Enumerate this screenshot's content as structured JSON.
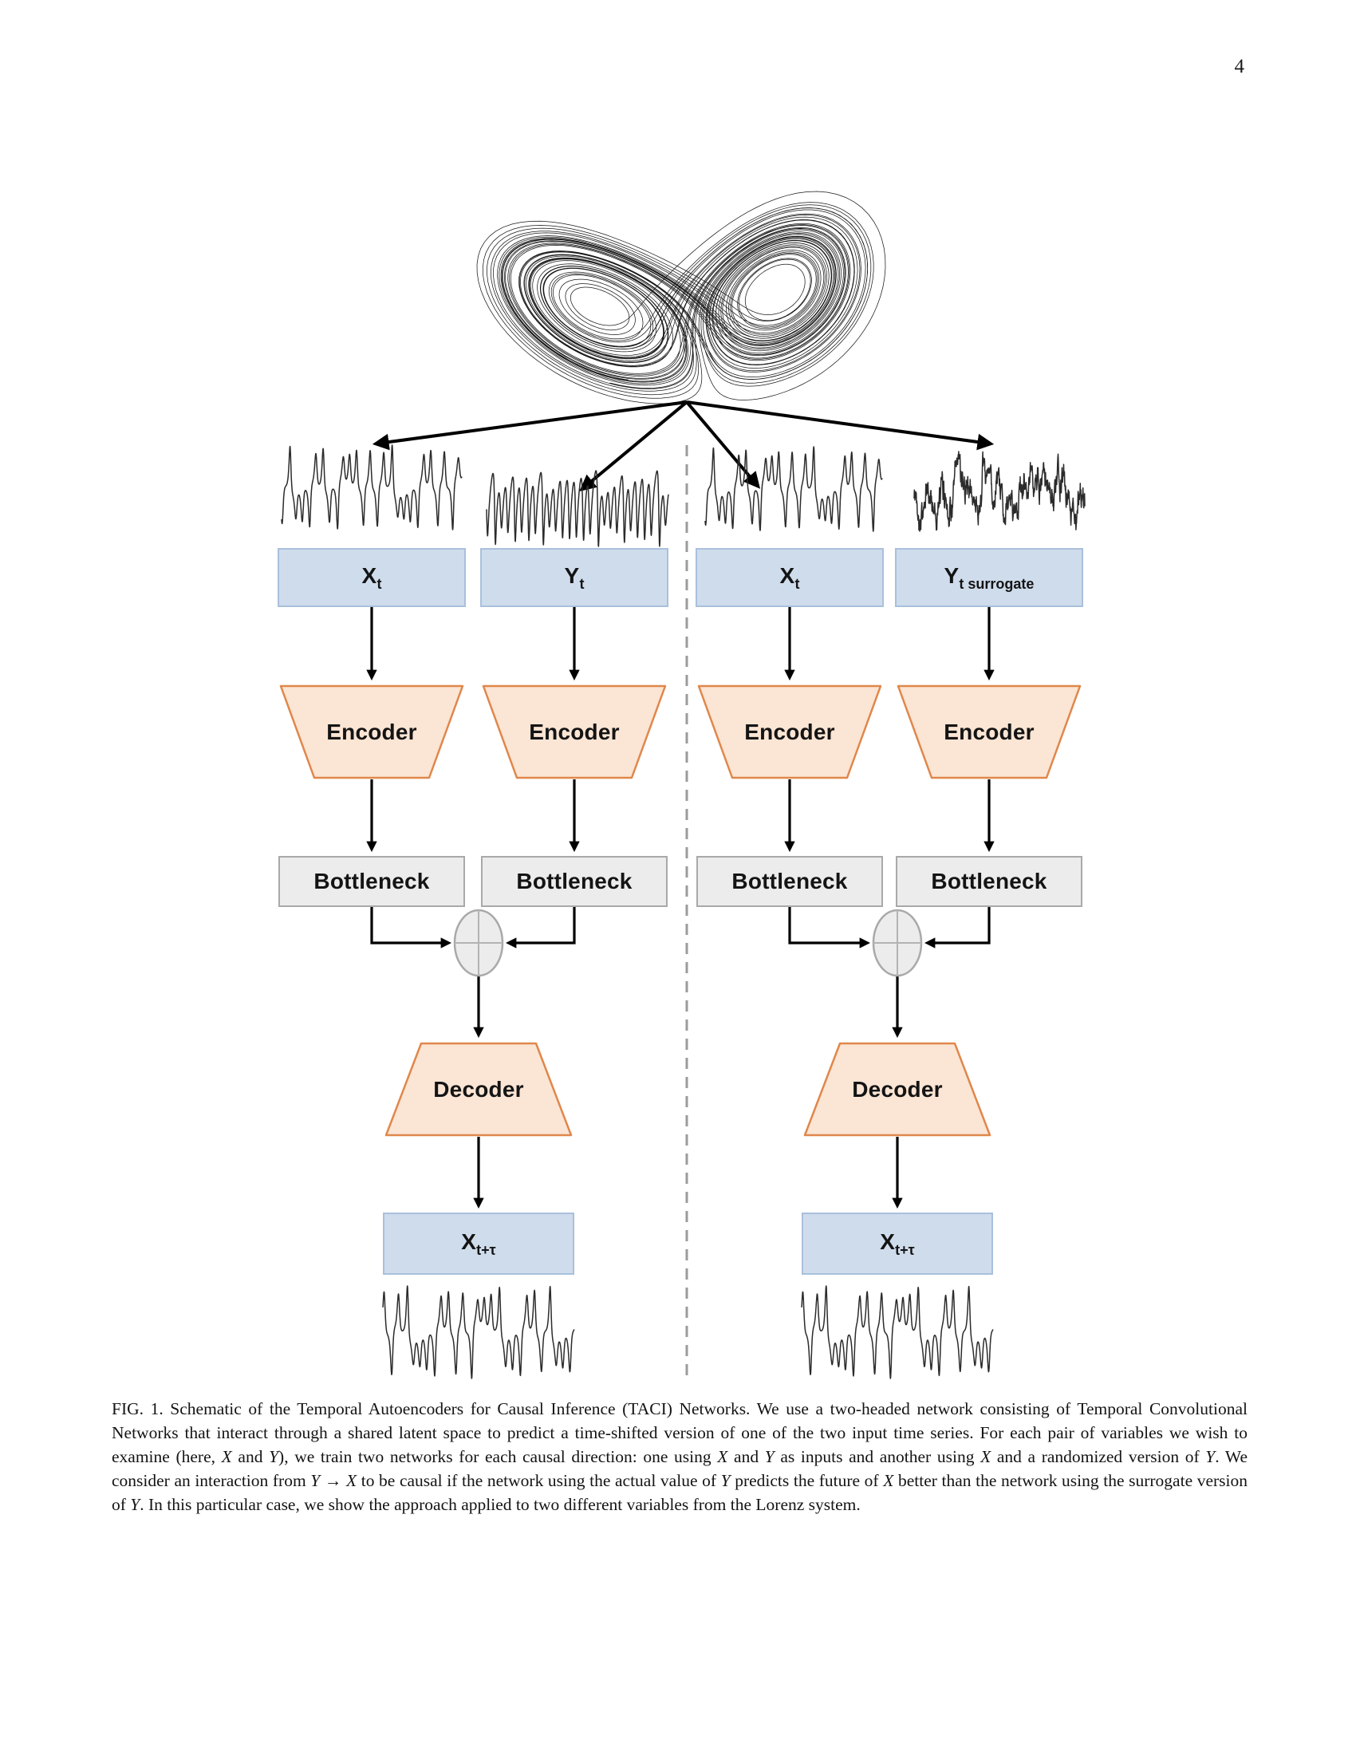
{
  "page": {
    "number": "4"
  },
  "figure": {
    "attractor": "lorenz-attractor",
    "icons": {
      "merge": "circle-plus-merge"
    },
    "columns": [
      {
        "input_base": "X",
        "input_sub": "t",
        "encoder": "Encoder",
        "bottleneck": "Bottleneck"
      },
      {
        "input_base": "Y",
        "input_sub": "t",
        "encoder": "Encoder",
        "bottleneck": "Bottleneck"
      },
      {
        "input_base": "X",
        "input_sub": "t",
        "encoder": "Encoder",
        "bottleneck": "Bottleneck"
      },
      {
        "input_base": "Y",
        "input_sub": "t surrogate",
        "encoder": "Encoder",
        "bottleneck": "Bottleneck"
      }
    ],
    "heads": [
      {
        "decoder": "Decoder",
        "output_base": "X",
        "output_sub": "t+τ"
      },
      {
        "decoder": "Decoder",
        "output_base": "X",
        "output_sub": "t+τ"
      }
    ]
  },
  "colors": {
    "box_blue": "#cfdcec",
    "box_blue_border": "#a9c0dc",
    "trap_fill": "#fbe5d4",
    "trap_border": "#e0874b",
    "gray_fill": "#ececec",
    "gray_border": "#a9a9a9",
    "cross_gray": "#b3b3b3",
    "arrow": "#000000",
    "divider": "#9b9b9b",
    "trace": "#2b2b2b",
    "attractor": "#000000"
  },
  "caption": {
    "segments": [
      {
        "t": "FIG. 1.  Schematic of the Temporal Autoencoders for Causal Inference (TACI) Networks.  We use a two-headed network consisting of Temporal Convolutional Networks that interact through a shared latent space to predict a time-shifted version of one of the two input time series.  For each pair of variables we wish to examine (here, "
      },
      {
        "t": "X",
        "i": true
      },
      {
        "t": " and "
      },
      {
        "t": "Y",
        "i": true
      },
      {
        "t": "), we train two networks for each causal direction: one using "
      },
      {
        "t": "X",
        "i": true
      },
      {
        "t": " and "
      },
      {
        "t": "Y",
        "i": true
      },
      {
        "t": " as inputs and another using "
      },
      {
        "t": "X",
        "i": true
      },
      {
        "t": " and a randomized version of "
      },
      {
        "t": "Y",
        "i": true
      },
      {
        "t": ".  We consider an interaction from "
      },
      {
        "t": "Y",
        "i": true
      },
      {
        "t": " → "
      },
      {
        "t": "X",
        "i": true
      },
      {
        "t": " to be causal if the network using the actual value of "
      },
      {
        "t": "Y",
        "i": true
      },
      {
        "t": " predicts the future of "
      },
      {
        "t": "X",
        "i": true
      },
      {
        "t": " better than the network using the surrogate version of "
      },
      {
        "t": "Y",
        "i": true
      },
      {
        "t": ".  In this particular case, we show the approach applied to two different variables from the Lorenz system."
      }
    ]
  }
}
